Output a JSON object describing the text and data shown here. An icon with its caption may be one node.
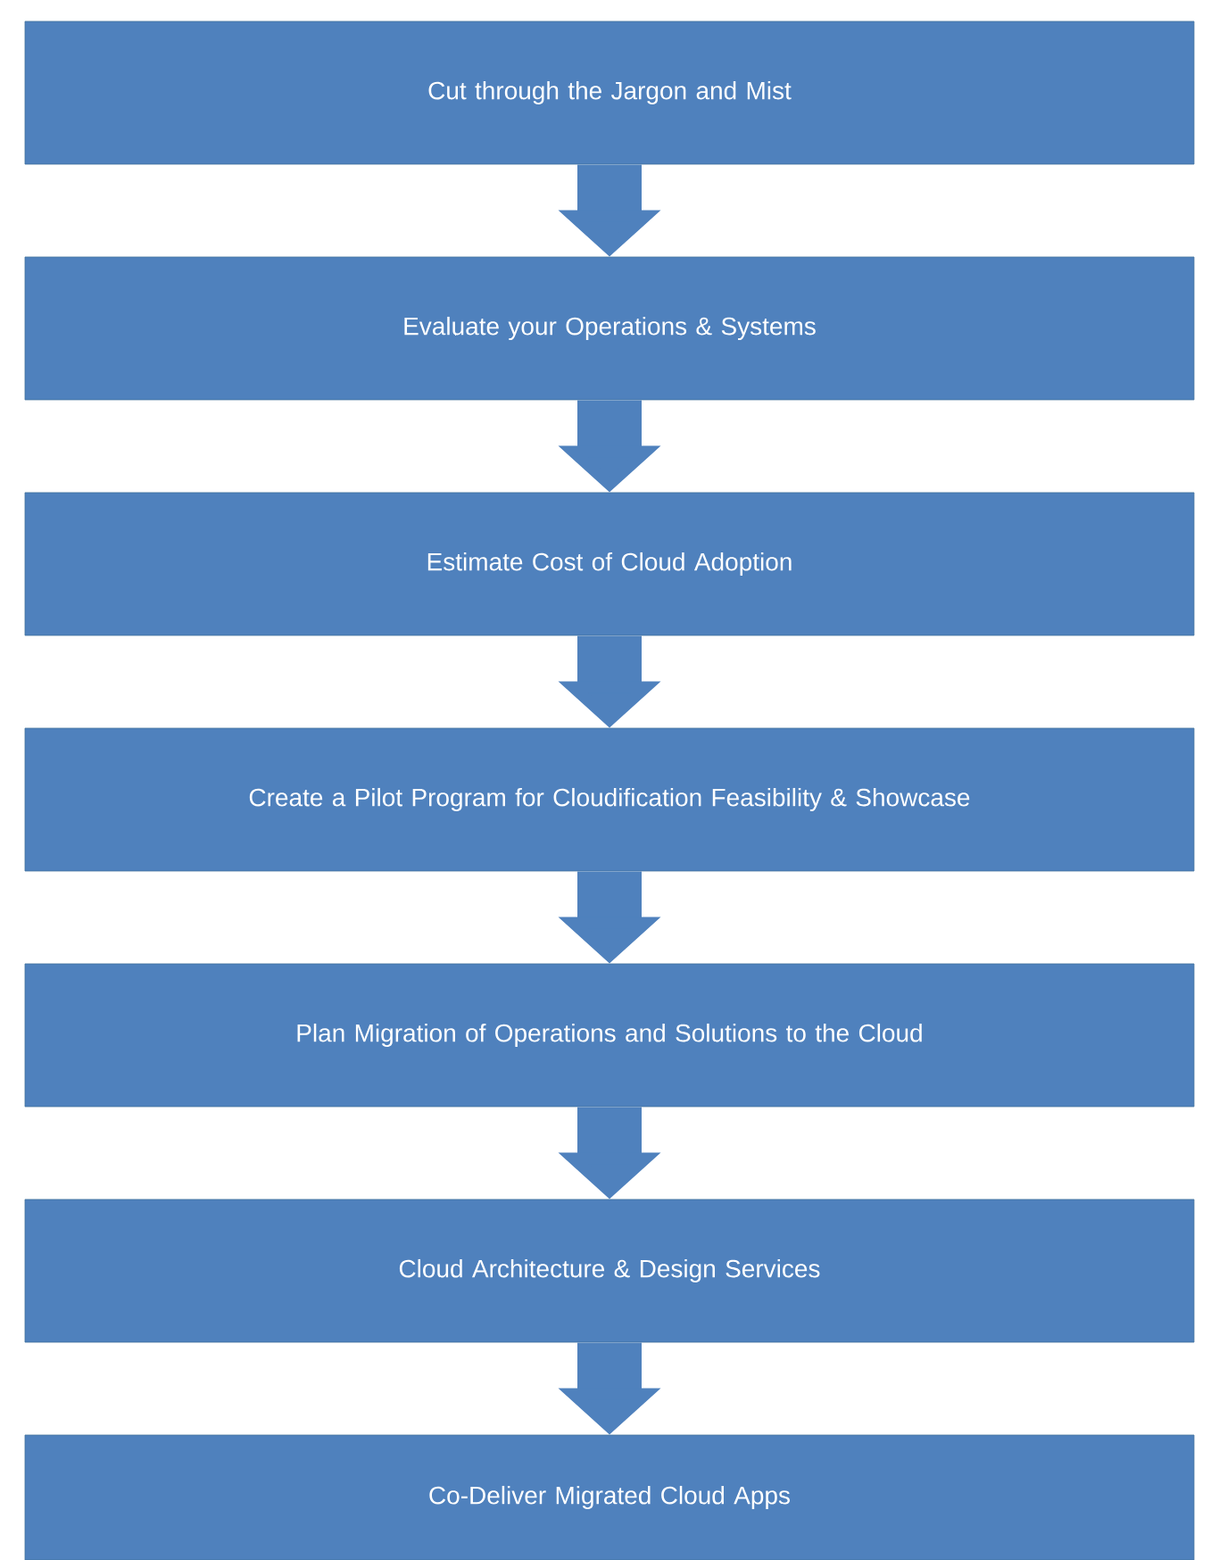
{
  "diagram": {
    "nodes": [
      {
        "text": [
          "Cut through the Jargon and Mist"
        ]
      },
      {
        "text": [
          "Evaluate your Operations & Systems"
        ]
      },
      {
        "text": [
          "Estimate Cost of Cloud Adoption"
        ]
      },
      {
        "text": [
          "Create a Pilot Program for Cloudification Feasibility & Showcase"
        ]
      },
      {
        "text": [
          "Plan Migration of Operations and Solutions to the Cloud"
        ]
      },
      {
        "text": [
          "Cloud Architecture & Design Services"
        ]
      },
      {
        "text": [
          "Co-Deliver Migrated Cloud Apps"
        ]
      }
    ],
    "edges": [
      {
        "from": 0,
        "to": 1,
        "arrow": "to"
      },
      {
        "from": 1,
        "to": 2,
        "arrow": "to"
      },
      {
        "from": 2,
        "to": 3,
        "arrow": "to"
      },
      {
        "from": 3,
        "to": 4,
        "arrow": "to"
      },
      {
        "from": 4,
        "to": 5,
        "arrow": "to"
      },
      {
        "from": 5,
        "to": 6,
        "arrow": "to"
      }
    ]
  }
}
